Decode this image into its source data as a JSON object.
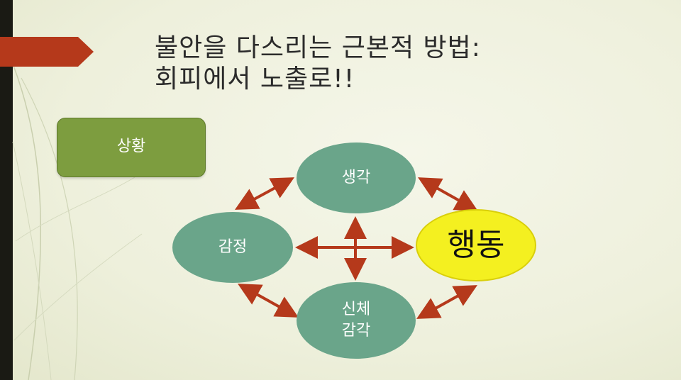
{
  "title": {
    "line1": "불안을 다스리는 근본적 방법:",
    "line2": "회피에서 노출로!!"
  },
  "situation_label": "상황",
  "nodes": {
    "thought": "생각",
    "emotion": "감정",
    "body_line1": "신체",
    "body_line2": "감각",
    "behavior": "행동"
  },
  "colors": {
    "accent_arrow": "#b5391b",
    "situation_box": "#7d9d3f",
    "node_green": "#6aa58a",
    "behavior_yellow": "#f4f020"
  }
}
